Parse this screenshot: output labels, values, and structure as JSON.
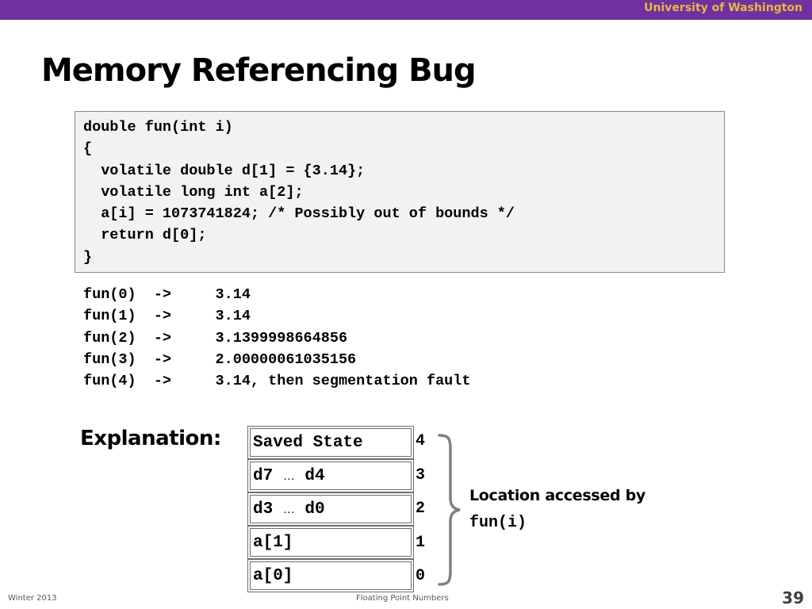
{
  "header": {
    "institution": "University of Washington",
    "bar_color": "#7030a0",
    "text_color": "#e8b93f"
  },
  "slide": {
    "title": "Memory Referencing Bug"
  },
  "code": {
    "lines": [
      "double fun(int i)",
      "{",
      "  volatile double d[1] = {3.14};",
      "  volatile long int a[2];",
      "  a[i] = 1073741824; /* Possibly out of bounds */",
      "  return d[0];",
      "}"
    ]
  },
  "output": {
    "lines": [
      "fun(0)  ->     3.14",
      "fun(1)  ->     3.14",
      "fun(2)  ->     3.1399998664856",
      "fun(3)  ->     2.00000061035156",
      "fun(4)  ->     3.14, then segmentation fault"
    ]
  },
  "explanation": {
    "label": "Explanation:",
    "cells": [
      {
        "name": "saved-state",
        "pre": "Saved State",
        "ellipsis": "",
        "post": "",
        "index": "4"
      },
      {
        "name": "d7-d4",
        "pre": "d7 ",
        "ellipsis": "…",
        "post": " d4",
        "index": "3"
      },
      {
        "name": "d3-d0",
        "pre": "d3 ",
        "ellipsis": "…",
        "post": " d0",
        "index": "2"
      },
      {
        "name": "a1",
        "pre": "a[1]",
        "ellipsis": "",
        "post": "",
        "index": "1"
      },
      {
        "name": "a0",
        "pre": "a[0]",
        "ellipsis": "",
        "post": "",
        "index": "0"
      }
    ],
    "location_text": "Location accessed by",
    "location_code": "fun(i)"
  },
  "footer": {
    "term": "Winter 2013",
    "topic": "Floating Point Numbers",
    "page": "39"
  }
}
